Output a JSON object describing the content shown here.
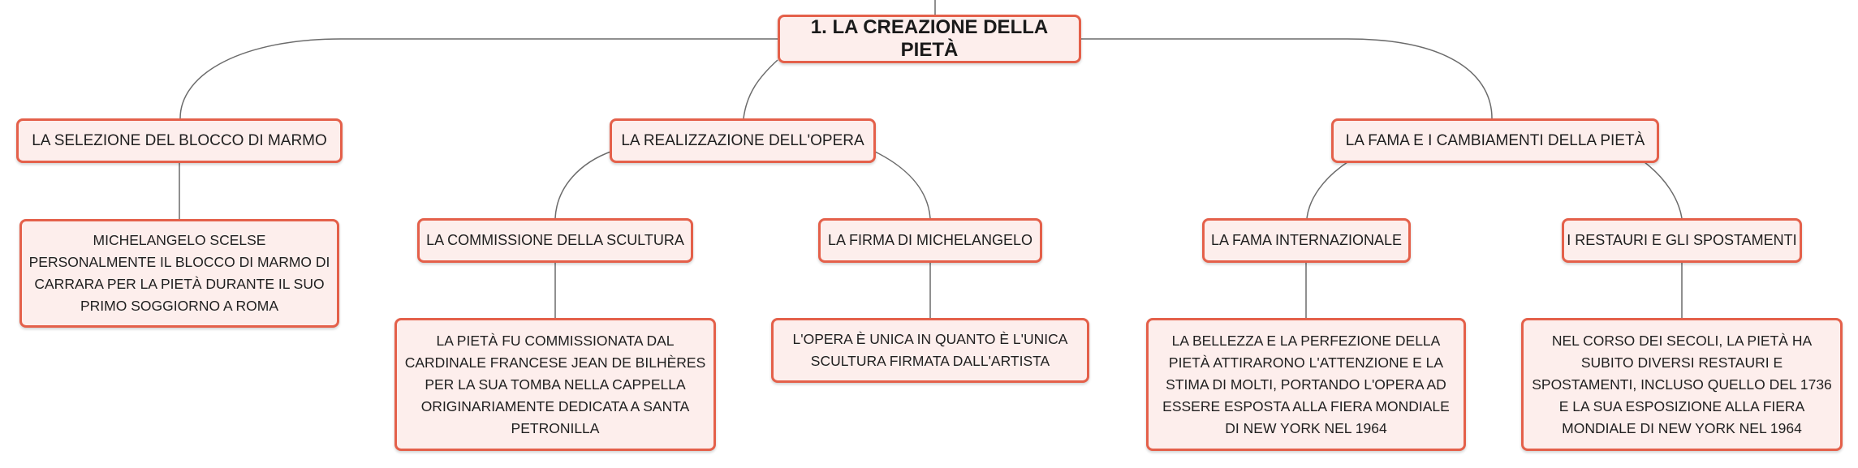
{
  "root": {
    "label": "1. LA CREAZIONE DELLA PIETÀ"
  },
  "branches": [
    {
      "label": "LA SELEZIONE DEL BLOCCO DI MARMO",
      "detail": "MICHELANGELO SCELSE PERSONALMENTE IL BLOCCO DI MARMO DI CARRARA PER LA PIETÀ DURANTE IL SUO PRIMO SOGGIORNO A ROMA"
    },
    {
      "label": "LA REALIZZAZIONE DELL'OPERA",
      "children": [
        {
          "label": "LA COMMISSIONE DELLA SCULTURA",
          "detail": "LA PIETÀ FU COMMISSIONATA DAL CARDINALE FRANCESE JEAN DE BILHÈRES PER LA SUA TOMBA NELLA CAPPELLA ORIGINARIAMENTE DEDICATA A SANTA PETRONILLA"
        },
        {
          "label": "LA FIRMA DI MICHELANGELO",
          "detail": "L'OPERA È UNICA IN QUANTO È L'UNICA SCULTURA FIRMATA DALL'ARTISTA"
        }
      ]
    },
    {
      "label": "LA FAMA E I CAMBIAMENTI DELLA PIETÀ",
      "children": [
        {
          "label": "LA FAMA INTERNAZIONALE",
          "detail": "LA BELLEZZA E LA PERFEZIONE DELLA PIETÀ ATTIRARONO L'ATTENZIONE E LA STIMA DI MOLTI, PORTANDO L'OPERA AD ESSERE ESPOSTA ALLA FIERA MONDIALE DI NEW YORK NEL 1964"
        },
        {
          "label": "I RESTAURI E GLI SPOSTAMENTI",
          "detail": "NEL CORSO DEI SECOLI, LA PIETÀ HA SUBITO DIVERSI RESTAURI E SPOSTAMENTI, INCLUSO QUELLO DEL 1736 E LA SUA ESPOSIZIONE ALLA FIERA MONDIALE DI NEW YORK NEL 1964"
        }
      ]
    }
  ],
  "colors": {
    "node_fill": "#fdeeec",
    "node_border": "#e4604a",
    "connector": "#6b6b6b"
  }
}
